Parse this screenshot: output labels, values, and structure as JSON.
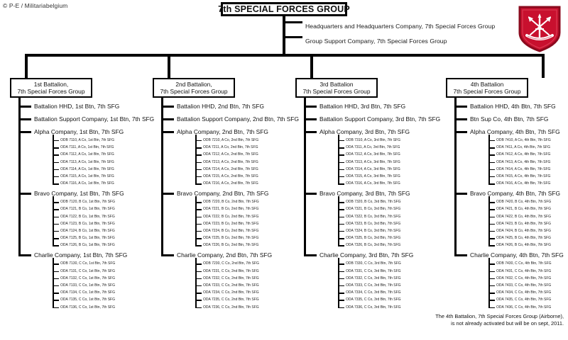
{
  "credit": "© P-E / Militariabelgium",
  "root": {
    "title": "7th SPECIAL FORCES GROUP"
  },
  "hq_units": [
    "Headquarters and Headquarters Company,  7th Special Forces Group",
    "Group Support Company,  7th Special Forces Group"
  ],
  "emblem": {
    "name": "7th-special-forces-group-beret-flash",
    "shield_color": "#C8102E",
    "border_color": "#8B0A1E",
    "device_color": "#FFFFFF"
  },
  "footnote": [
    "The 4th Battalion, 7th Special Forces Group (Airborne),",
    "is not already activated but will be on sept, 2011."
  ],
  "battalions": [
    {
      "box_line1": "1st Battalion,",
      "box_line2": "7th Special Forces Group",
      "units": [
        {
          "label": "Battalion HHD, 1st Btn, 7th SFG",
          "odas": []
        },
        {
          "label": "Battalion  Support Company, 1st Btn, 7th SFG",
          "odas": []
        },
        {
          "label": "Alpha Company, 1st Btn, 7th SFG",
          "odas": [
            "ODB 7110, A Co, 1st Btn, 7th SFG",
            "ODA 7111, A Co, 1st Btn, 7th SFG",
            "ODA 7112, A Co, 1st Btn, 7th SFG",
            "ODA 7113, A Co, 1st Btn, 7th SFG",
            "ODA 7114, A Co, 1st Btn, 7th SFG",
            "ODA 7115, A Co, 1st Btn, 7th SFG",
            "ODA 7116, A Co, 1st Btn, 7th SFG"
          ]
        },
        {
          "label": "Bravo Company, 1st Btn, 7th SFG",
          "odas": [
            "ODB 7120, B Co, 1st Btn, 7th SFG",
            "ODA 7121, B Co, 1st Btn, 7th SFG",
            "ODA 7122, B Co, 1st Btn, 7th SFG",
            "ODA 7123, B Co, 1st Btn, 7th SFG",
            "ODA 7124, B Co, 1st Btn, 7th SFG",
            "ODA 7125, B Co, 1st Btn, 7th SFG",
            "ODA 7126, B Co, 1st Btn, 7th SFG"
          ]
        },
        {
          "label": "Charlie Company, 1st Btn, 7th SFG",
          "odas": [
            "ODB 7130, C Co, 1st Btn, 7th SFG",
            "ODA 7131, C Co, 1st Btn, 7th SFG",
            "ODA 7132, C Co, 1st Btn, 7th SFG",
            "ODA 7133, C Co, 1st Btn, 7th SFG",
            "ODA 7134, C Co, 1st Btn, 7th SFG",
            "ODA 7135, C Co, 1st Btn, 7th SFG",
            "ODA 7136, C Co, 1st Btn, 7th SFG"
          ]
        }
      ]
    },
    {
      "box_line1": "2nd Battalion,",
      "box_line2": "7th Special Forces Group",
      "units": [
        {
          "label": "Battalion HHD, 2nd Btn, 7th SFG",
          "odas": []
        },
        {
          "label": "Battalion  Support Company, 2nd Btn, 7th SFG",
          "odas": []
        },
        {
          "label": "Alpha Company, 2nd Btn, 7th SFG",
          "odas": [
            "ODB 7210, A Co, 2nd Btn, 7th SFG",
            "ODA 7211, A Co, 2nd Btn, 7th SFG",
            "ODA 7212, A Co, 2nd Btn, 7th SFG",
            "ODA 7213, A Co, 2nd Btn, 7th SFG",
            "ODA 7214, A Co, 2nd Btn, 7th SFG",
            "ODA 7215, A Co, 2nd Btn, 7th SFG",
            "ODA 7216, A Co, 2nd Btn, 7th SFG"
          ]
        },
        {
          "label": "Bravo Company, 2nd Btn, 7th SFG",
          "odas": [
            "ODB 7220, B Co, 2nd Btn, 7th SFG",
            "ODA 7221, B Co, 2nd Btn, 7th SFG",
            "ODA 7222, B Co, 2nd Btn, 7th SFG",
            "ODA 7223, B Co, 2nd Btn, 7th SFG",
            "ODA 7224, B Co, 2nd Btn, 7th SFG",
            "ODA 7225, B Co, 2nd Btn, 7th SFG",
            "ODA 7226, B Co, 2nd Btn, 7th SFG"
          ]
        },
        {
          "label": "Charlie Company, 2nd Btn, 7th SFG",
          "odas": [
            "ODB 7230, C Co, 2nd Btn, 7th SFG",
            "ODA 7231, C Co, 2nd Btn, 7th SFG",
            "ODA 7232, C Co, 2nd Btn, 7th SFG",
            "ODA 7233, C Co, 2nd Btn, 7th SFG",
            "ODA 7234, C Co, 2nd Btn, 7th SFG",
            "ODA 7235, C Co, 2nd Btn, 7th SFG",
            "ODA 7236, C Co, 2nd Btn, 7th SFG"
          ]
        }
      ]
    },
    {
      "box_line1": "3rd Battalion",
      "box_line2": "7th Special Forces Group",
      "units": [
        {
          "label": "Battalion HHD,  3rd Btn, 7th SFG",
          "odas": []
        },
        {
          "label": "Battalion  Support Company, 3rd Btn,  7th SFG",
          "odas": []
        },
        {
          "label": "Alpha Company, 3rd Btn, 7th SFG",
          "odas": [
            "ODB 7310, A Co, 3rd Btn, 7th SFG",
            "ODA 7311, A Co, 3rd Btn, 7th SFG",
            "ODA 7312, A Co, 3rd Btn, 7th SFG",
            "ODA 7313, A Co, 3rd Btn, 7th SFG",
            "ODA 7314, A Co, 3rd Btn, 7th SFG",
            "ODA 7315, A Co, 3rd Btn, 7th SFG",
            "ODA 7316, A Co, 3rd Btn, 7th SFG"
          ]
        },
        {
          "label": "Bravo Company, 3rd Btn, 7th SFG",
          "odas": [
            "ODB 7320, B Co, 3rd Btn, 7th SFG",
            "ODA 7321, B Co, 3rd Btn, 7th SFG",
            "ODA 7322, B Co, 3rd Btn, 7th SFG",
            "ODA 7323, B Co, 3rd Btn, 7th SFG",
            "ODA 7324, B Co, 3rd Btn, 7th SFG",
            "ODA 7325, B Co, 3rd Btn, 7th SFG",
            "ODA 7326, B Co, 3rd Btn, 7th SFG"
          ]
        },
        {
          "label": "Charlie Company, 3rd Btn, 7th SFG",
          "odas": [
            "ODB 7330, C Co, 3rd Btn, 7th SFG",
            "ODA 7331, C Co, 3rd Btn, 7th SFG",
            "ODA 7332, C Co, 3rd Btn, 7th SFG",
            "ODA 7333, C Co, 3rd Btn, 7th SFG",
            "ODA 7334, C Co, 3rd Btn, 7th SFG",
            "ODA 7335, C Co, 3rd Btn, 7th SFG",
            "ODA 7336, C Co, 3rd Btn, 7th SFG"
          ]
        }
      ]
    },
    {
      "box_line1": "4th Battalion",
      "box_line2": "7th Special Forces Group",
      "units": [
        {
          "label": "Battalion HHD, 4th Btn, 7th SFG",
          "odas": []
        },
        {
          "label": "Btn  Sup Co, 4th Btn, 7th SFG",
          "odas": []
        },
        {
          "label": "Alpha Company, 4th Btn, 7th SFG",
          "odas": [
            "ODB 7410, A Co, 4th Btn, 7th SFG",
            "ODA 7411, A Co, 4th Btn, 7th SFG",
            "ODA 7412, A Co, 4th Btn, 7th SFG",
            "ODA 7413, A Co, 4th Btn, 7th SFG",
            "ODA 7414, A Co, 4th Btn, 7th SFG",
            "ODA 7415, A Co, 4th Btn, 7th SFG",
            "ODA 7416, A Co, 4th Btn, 7th SFG"
          ]
        },
        {
          "label": "Bravo Company, 4th Btn, 7th SFG",
          "odas": [
            "ODB 7420, B Co, 4th Btn, 7th SFG",
            "ODA 7421, B Co, 4th Btn, 7th SFG",
            "ODA 7422, B Co, 4th Btn, 7th SFG",
            "ODA 7423, B Co, 4th Btn, 7th SFG",
            "ODA 7424, B Co, 4th Btn, 7th SFG",
            "ODA 7425, B Co, 4th Btn, 7th SFG",
            "ODA 7426, B Co, 4th Btn, 7th SFG"
          ]
        },
        {
          "label": "Charlie Company, 4th Btn, 7th SFG",
          "odas": [
            "ODB 7430, C Co, 4th Btn, 7th SFG",
            "ODA 7431, C Co, 4th Btn, 7th SFG",
            "ODA 7432, C Co, 4th Btn, 7th SFG",
            "ODA 7433, C Co, 4th Btn, 7th SFG",
            "ODA 7434, C Co, 4th Btn, 7th SFG",
            "ODA 7435, C Co, 4th Btn, 7th SFG",
            "ODA 7436, C Co, 4th Btn, 7th SFG"
          ]
        }
      ]
    }
  ]
}
